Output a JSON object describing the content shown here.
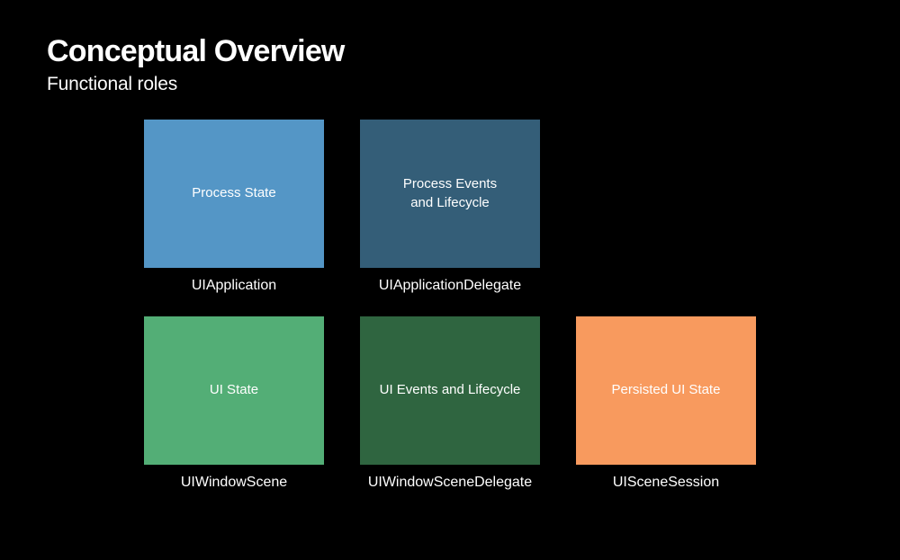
{
  "slide": {
    "title": "Conceptual Overview",
    "subtitle": "Functional roles",
    "background_color": "#000000",
    "text_color": "#ffffff"
  },
  "cards": [
    {
      "role": "Process State",
      "api": "UIApplication",
      "color": "#5496c6"
    },
    {
      "role": "Process Events\nand Lifecycle",
      "api": "UIApplicationDelegate",
      "color": "#345e78"
    },
    {
      "role": "UI State",
      "api": "UIWindowScene",
      "color": "#53ae76"
    },
    {
      "role": "UI Events and Lifecycle",
      "api": "UIWindowSceneDelegate",
      "color": "#2f6540"
    },
    {
      "role": "Persisted UI State",
      "api": "UISceneSession",
      "color": "#f89a5e"
    }
  ]
}
